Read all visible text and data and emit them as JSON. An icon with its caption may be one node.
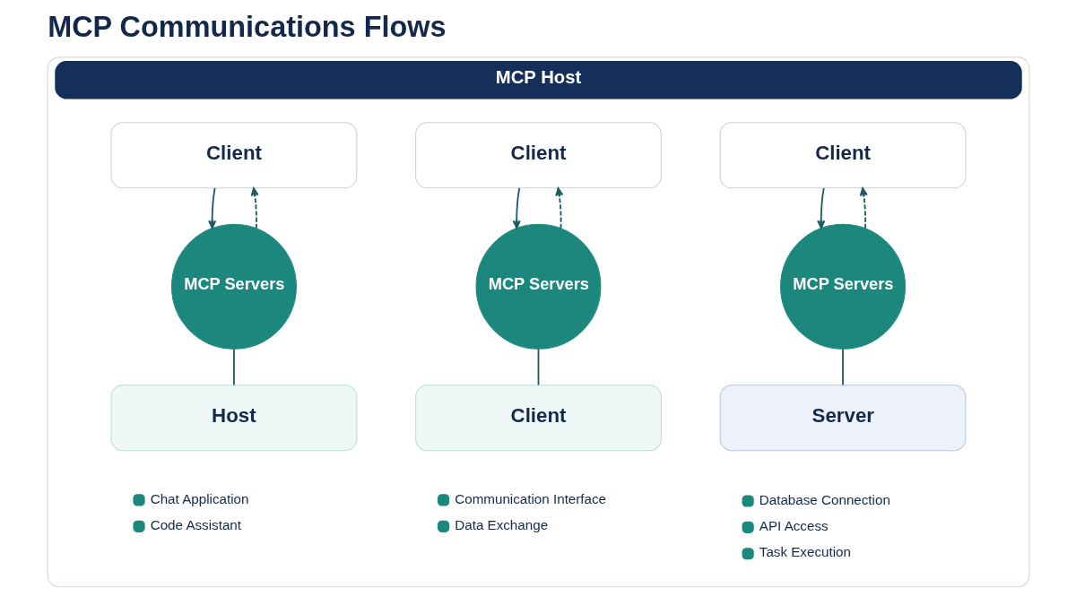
{
  "diagram": {
    "title": "MCP Communications Flows",
    "nodes": [
      {
        "text": [
          "MCP Host"
        ]
      },
      {
        "text": [
          "Client"
        ],
        "in": 0
      },
      {
        "text": [
          "MCP Servers"
        ],
        "in": 0
      },
      {
        "text": [
          "Host"
        ],
        "in": 0,
        "beside": [
          "Chat Application",
          "Code Assistant"
        ]
      },
      {
        "text": [
          "Client"
        ],
        "in": 0
      },
      {
        "text": [
          "MCP Servers"
        ],
        "in": 0
      },
      {
        "text": [
          "Client"
        ],
        "in": 0,
        "beside": [
          "Communication Interface",
          "Data Exchange"
        ]
      },
      {
        "text": [
          "Client"
        ],
        "in": 0
      },
      {
        "text": [
          "MCP Servers"
        ],
        "in": 0
      },
      {
        "text": [
          "Server"
        ],
        "in": 0,
        "beside": [
          "Database Connection",
          "API Access",
          "Task Execution"
        ]
      }
    ],
    "edges": [
      {
        "from": 1,
        "to": 2,
        "arrow": "to"
      },
      {
        "from": 2,
        "to": 1,
        "arrow": "to",
        "style": "dashed"
      },
      {
        "from": 2,
        "to": 3,
        "arrow": "none"
      },
      {
        "from": 4,
        "to": 5,
        "arrow": "to"
      },
      {
        "from": 5,
        "to": 4,
        "arrow": "to",
        "style": "dashed"
      },
      {
        "from": 5,
        "to": 6,
        "arrow": "none"
      },
      {
        "from": 7,
        "to": 8,
        "arrow": "to"
      },
      {
        "from": 8,
        "to": 7,
        "arrow": "to",
        "style": "dashed"
      },
      {
        "from": 8,
        "to": 9,
        "arrow": "none"
      }
    ]
  }
}
